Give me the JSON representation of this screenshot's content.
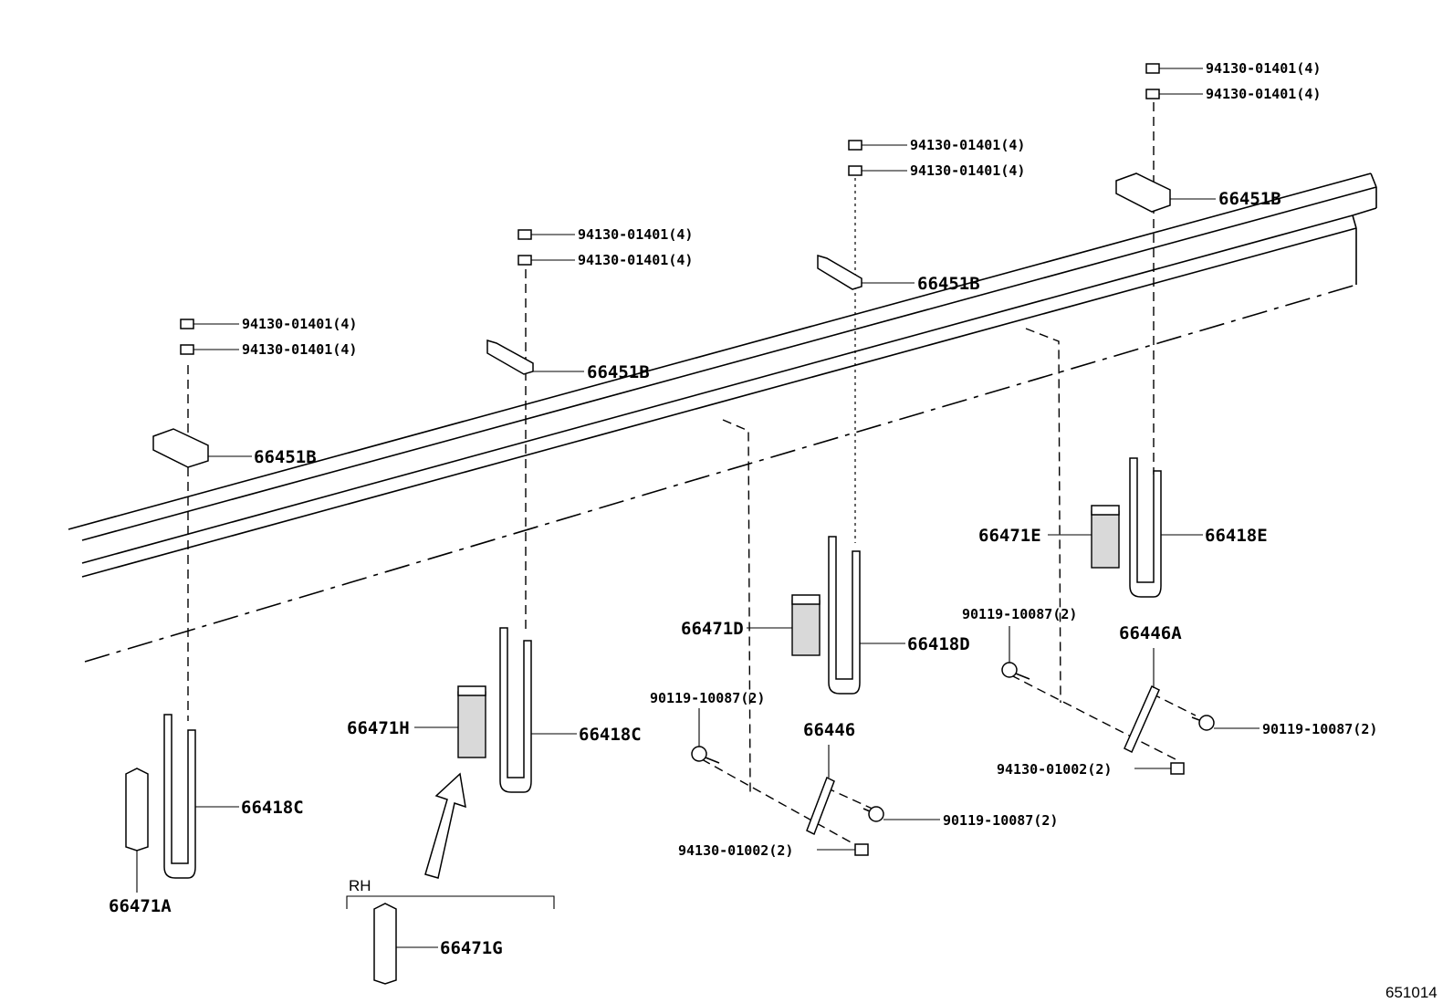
{
  "diagram": {
    "corner_code": "651014",
    "rh_label": "RH",
    "labels": {
      "nut": "94130-01401(4)",
      "retainer": "66451B",
      "u_bolt_c": "66418C",
      "u_bolt_d": "66418D",
      "u_bolt_e": "66418E",
      "spacer_a": "66471A",
      "spacer_h": "66471H",
      "spacer_d": "66471D",
      "spacer_e": "66471E",
      "spacer_g": "66471G",
      "bracket": "66446",
      "bracket_a": "66446A",
      "bolt": "90119-10087(2)",
      "small_nut": "94130-01002(2)"
    }
  }
}
